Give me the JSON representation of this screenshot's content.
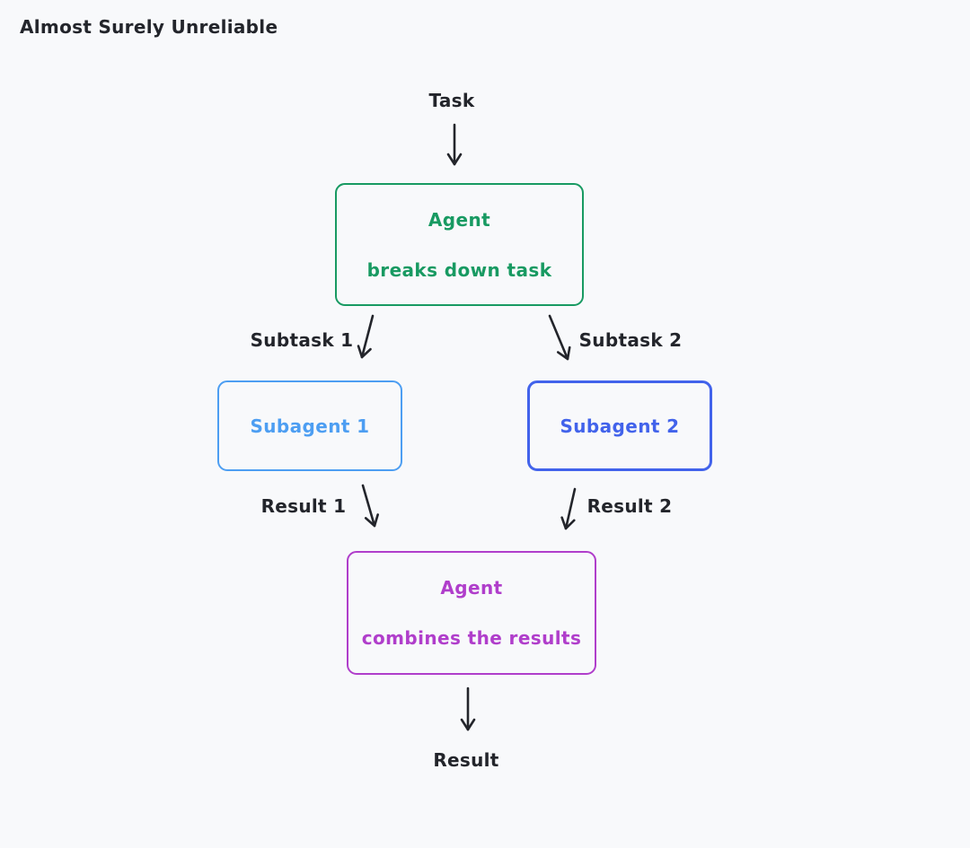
{
  "title": "Almost Surely Unreliable",
  "canvas": {
    "background": "#f8f9fb",
    "ink": "#23252b"
  },
  "nodes": {
    "task": {
      "label": "Task"
    },
    "agent_breakdown": {
      "line1": "Agent",
      "line2": "breaks down task",
      "color": "#189a62"
    },
    "subagent1": {
      "label": "Subagent 1",
      "color": "#4d9ef2"
    },
    "subagent2": {
      "label": "Subagent 2",
      "color": "#4263eb"
    },
    "agent_combine": {
      "line1": "Agent",
      "line2": "combines the results",
      "color": "#b03ecb"
    },
    "result": {
      "label": "Result"
    }
  },
  "edges": {
    "subtask1": {
      "label": "Subtask 1"
    },
    "subtask2": {
      "label": "Subtask 2"
    },
    "result1": {
      "label": "Result 1"
    },
    "result2": {
      "label": "Result 2"
    }
  }
}
